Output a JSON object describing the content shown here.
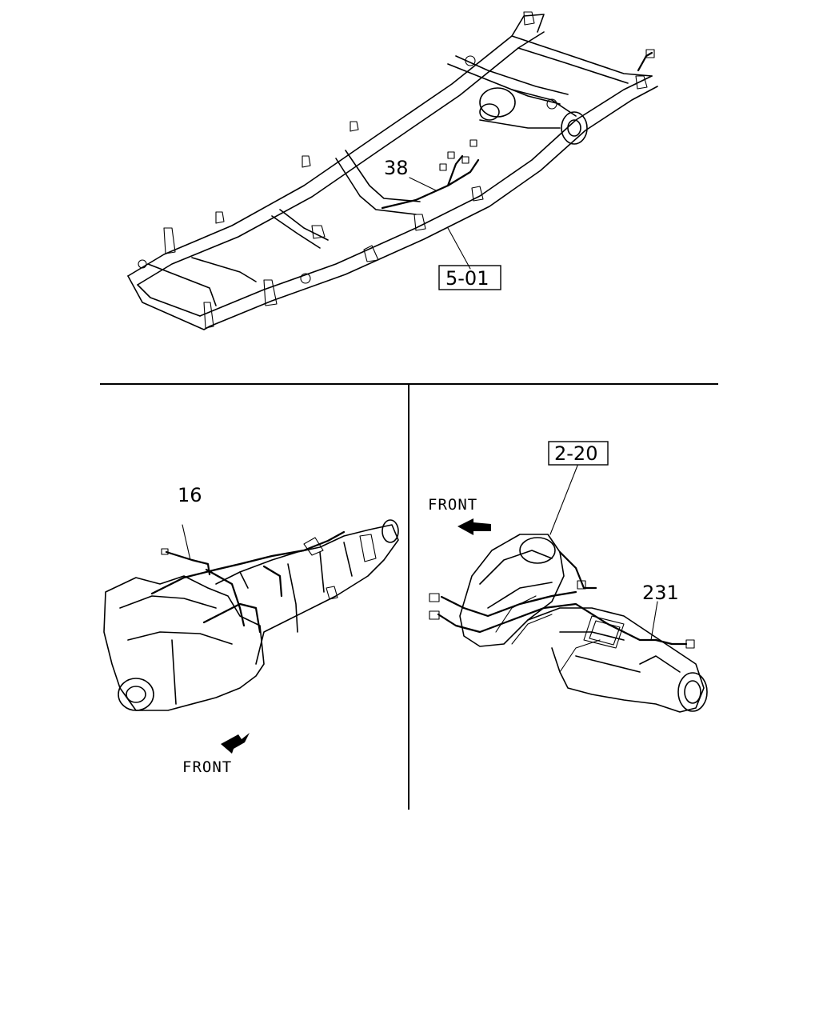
{
  "labels": {
    "frame_harness": "38",
    "frame_ref": "5-01",
    "engine_harness": "16",
    "trans_ref": "2-20",
    "trans_harness": "231",
    "front_left": "FRONT",
    "front_right": "FRONT"
  },
  "icons": {
    "front_arrow_left": "arrow-down-left",
    "front_arrow_right": "arrow-up-left"
  }
}
